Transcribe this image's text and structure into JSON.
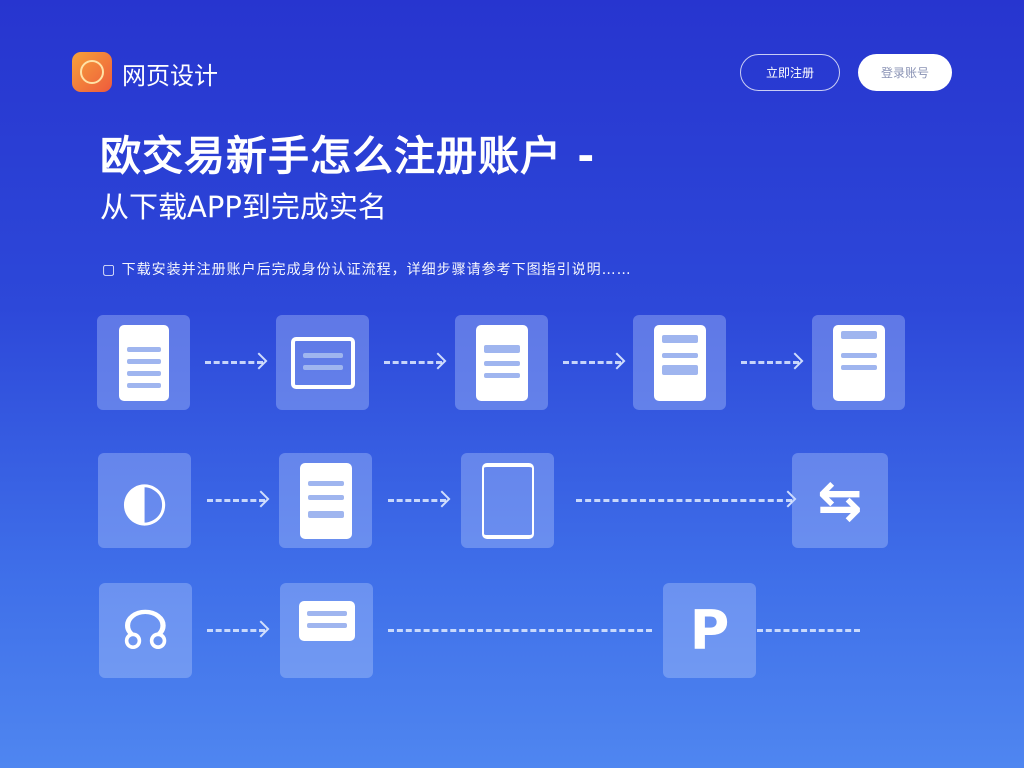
{
  "header": {
    "brand": "网页设计",
    "buttons": [
      {
        "label": "立即注册"
      },
      {
        "label": "登录账号"
      }
    ]
  },
  "hero": {
    "title": "欧交易新手怎么注册账户 -",
    "subtitle": "从下载APP到完成实名",
    "description": "▢ 下载安装并注册账户后完成身份认证流程，详细步骤请参考下图指引说明……"
  },
  "flow": {
    "row1_steps": 5,
    "row2_steps": 4,
    "row3_steps": 3
  }
}
